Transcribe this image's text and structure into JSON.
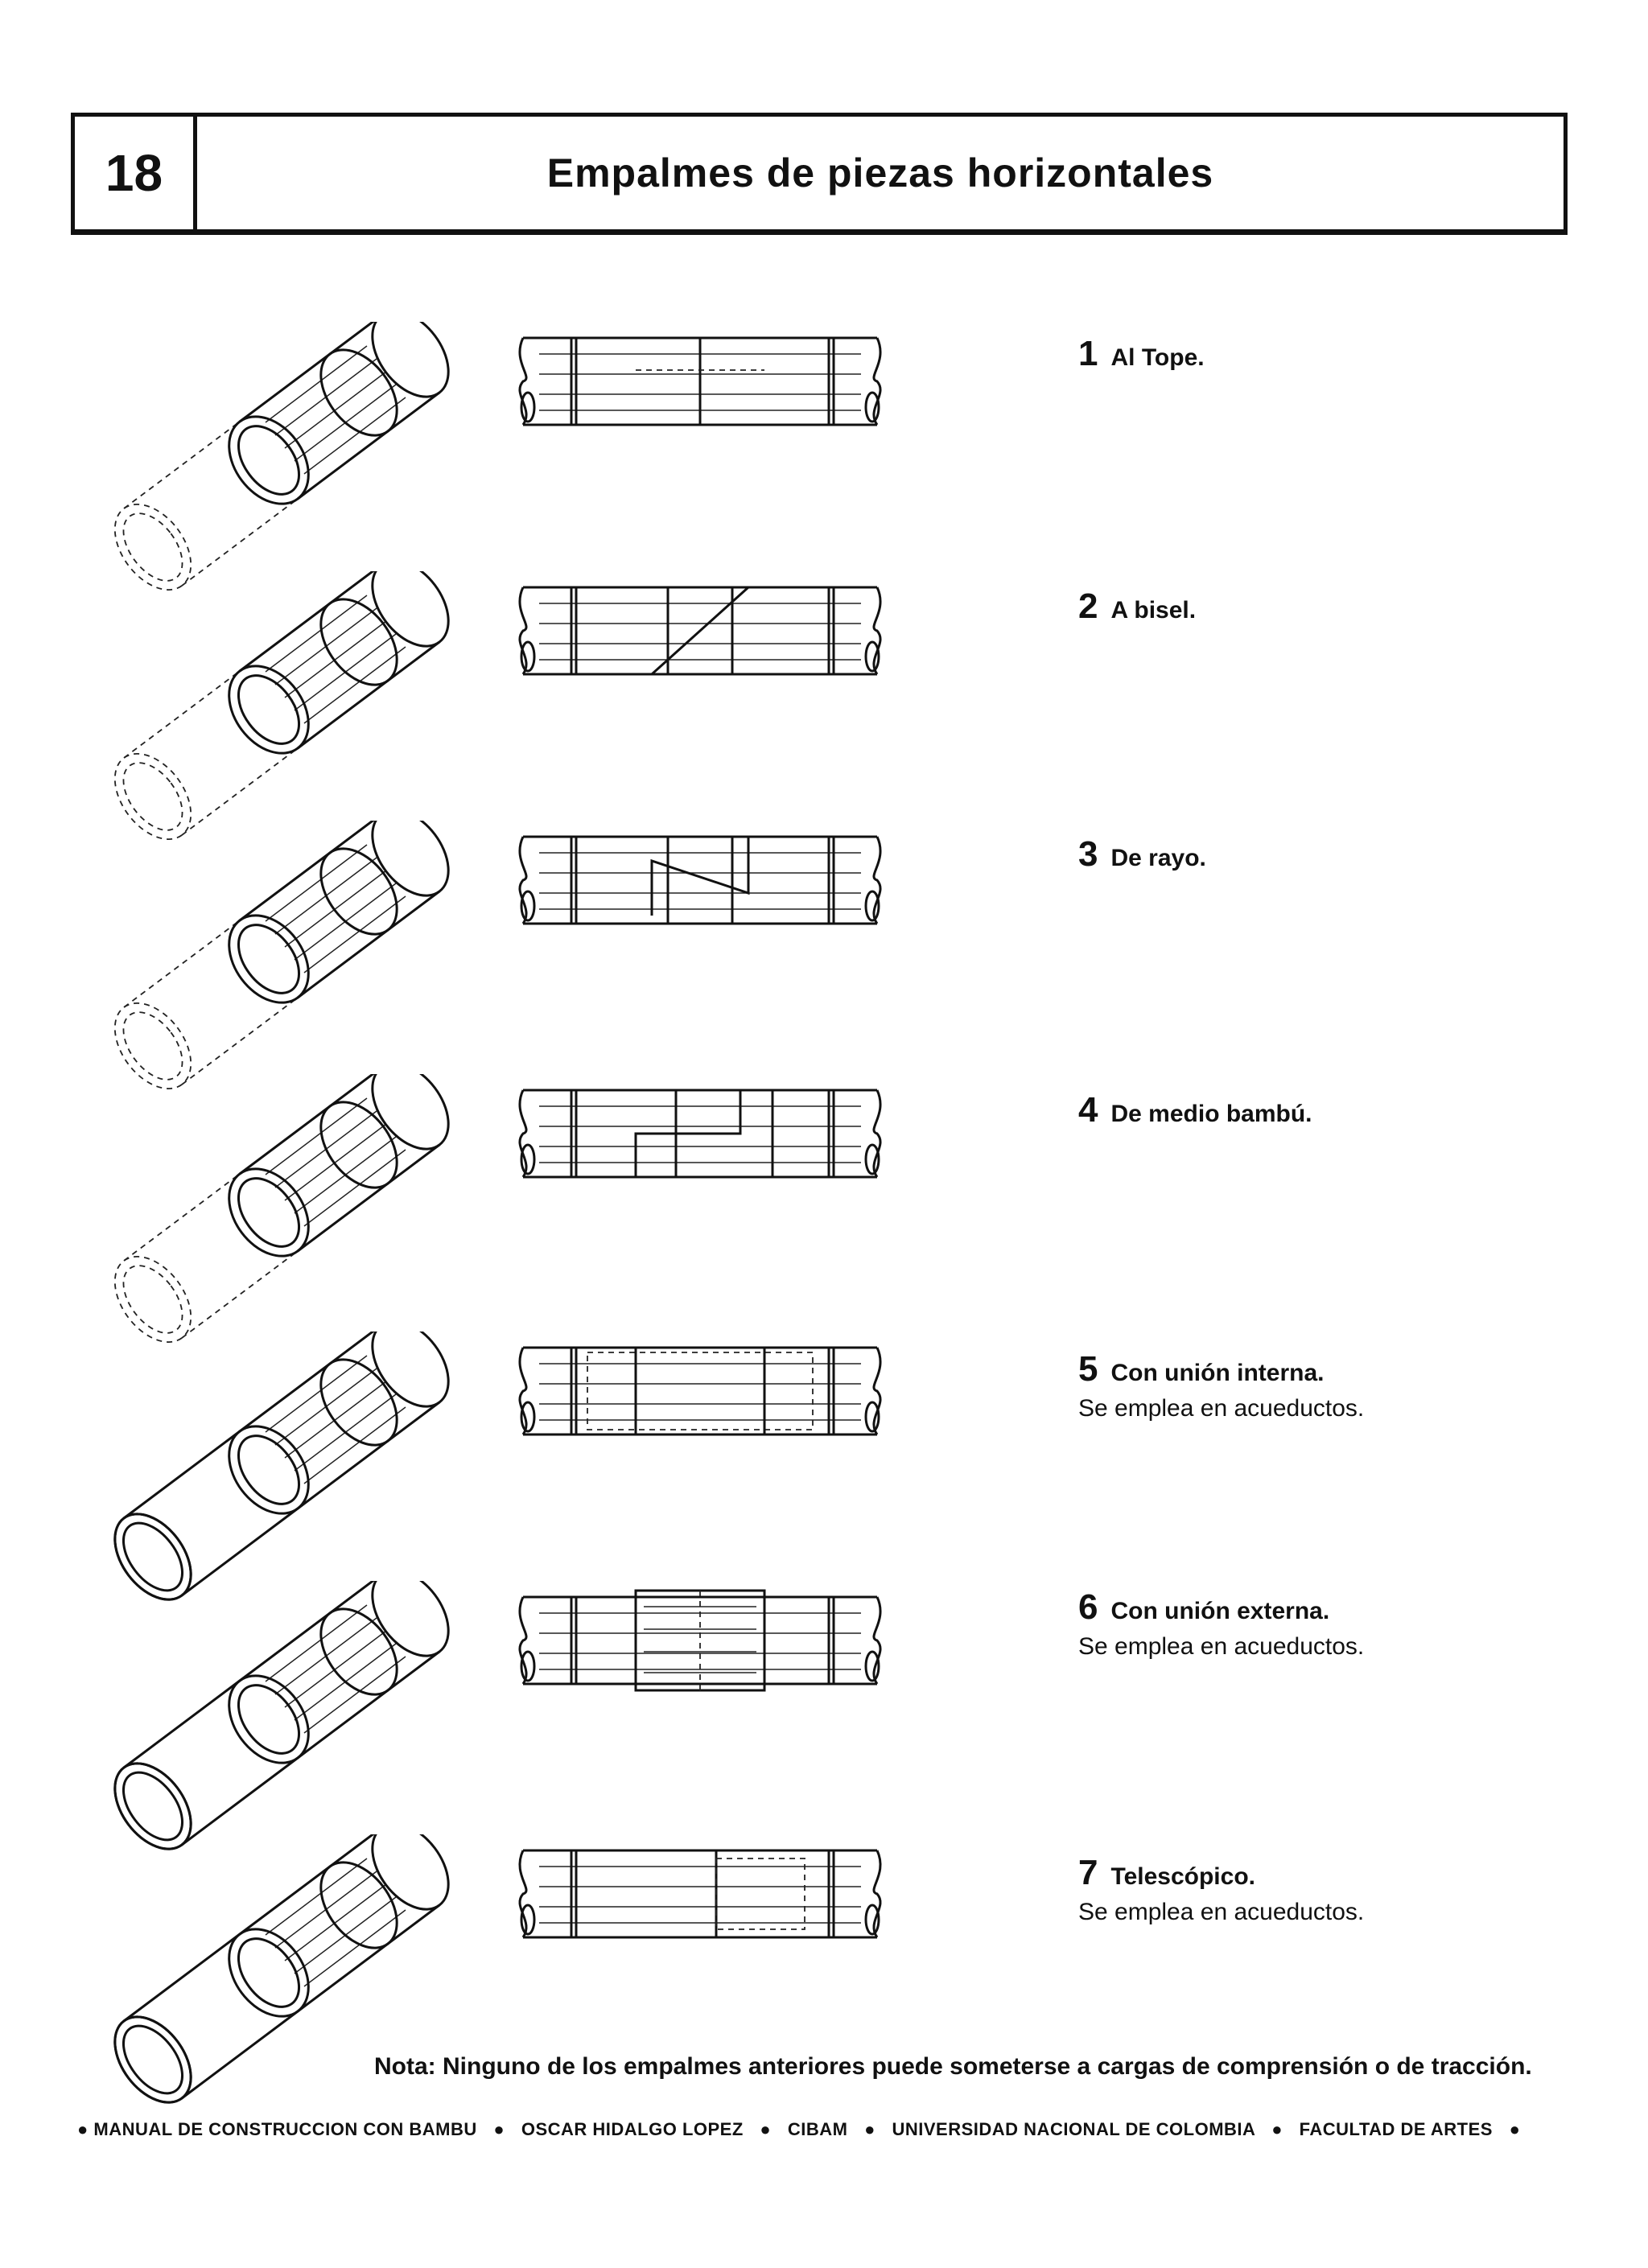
{
  "header": {
    "number": "18",
    "title": "Empalmes de piezas horizontales"
  },
  "joints": [
    {
      "number": "1",
      "name": "Al Tope.",
      "description": ""
    },
    {
      "number": "2",
      "name": "A bisel.",
      "description": ""
    },
    {
      "number": "3",
      "name": "De rayo.",
      "description": ""
    },
    {
      "number": "4",
      "name": "De medio bambú.",
      "description": ""
    },
    {
      "number": "5",
      "name": "Con unión interna.",
      "description": "Se emplea en acueductos."
    },
    {
      "number": "6",
      "name": "Con unión externa.",
      "description": "Se emplea en acueductos."
    },
    {
      "number": "7",
      "name": "Telescópico.",
      "description": "Se emplea en acueductos."
    }
  ],
  "note": "Nota:  Ninguno de los empalmes anteriores puede someterse a cargas de comprensión o de tracción.",
  "footer": {
    "items": [
      "MANUAL DE CONSTRUCCION CON BAMBU",
      "OSCAR HIDALGO LOPEZ",
      "CIBAM",
      "UNIVERSIDAD NACIONAL DE COLOMBIA",
      "FACULTAD DE ARTES"
    ]
  }
}
